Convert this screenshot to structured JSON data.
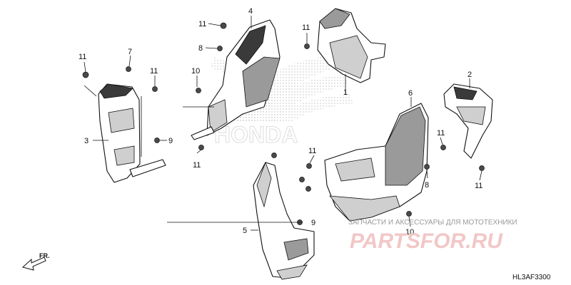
{
  "diagram": {
    "reference_code": "HL3AF3300",
    "direction_label": "FR.",
    "brand_mark": "HONDA",
    "watermark": {
      "tagline": "ЗАПЧАСТИ И АКСЕССУАРЫ ДЛЯ МОТОТЕХНИКИ",
      "logo": "PARTSFOR.RU",
      "logo_color": "#e05a5a"
    },
    "callouts": [
      {
        "id": "c-4",
        "label": "4"
      },
      {
        "id": "c-11-a",
        "label": "11"
      },
      {
        "id": "c-8-a",
        "label": "8"
      },
      {
        "id": "c-10-a",
        "label": "10"
      },
      {
        "id": "c-11-b",
        "label": "11"
      },
      {
        "id": "c-11-c",
        "label": "11"
      },
      {
        "id": "c-1",
        "label": "1"
      },
      {
        "id": "c-11-d",
        "label": "11"
      },
      {
        "id": "c-7",
        "label": "7"
      },
      {
        "id": "c-11-e",
        "label": "11"
      },
      {
        "id": "c-3",
        "label": "3"
      },
      {
        "id": "c-9-a",
        "label": "9"
      },
      {
        "id": "c-2",
        "label": "2"
      },
      {
        "id": "c-6",
        "label": "6"
      },
      {
        "id": "c-11-f",
        "label": "11"
      },
      {
        "id": "c-8-b",
        "label": "8"
      },
      {
        "id": "c-11-g",
        "label": "11"
      },
      {
        "id": "c-11-h",
        "label": "11"
      },
      {
        "id": "c-9-b",
        "label": "9"
      },
      {
        "id": "c-5",
        "label": "5"
      },
      {
        "id": "c-10-b",
        "label": "10"
      }
    ]
  }
}
